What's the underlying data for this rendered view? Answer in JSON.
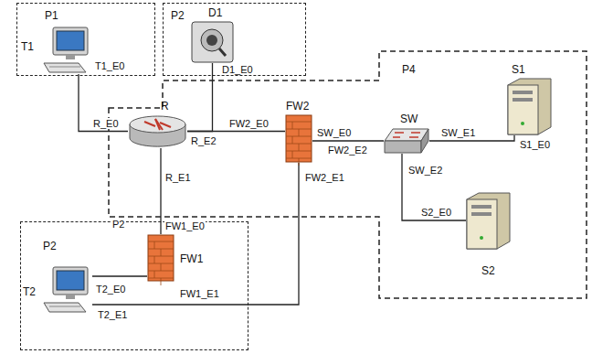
{
  "diagram": {
    "nodes": [
      {
        "text": [
          "P1"
        ]
      },
      {
        "text": [
          "T1"
        ],
        "in": 0
      },
      {
        "text": [
          "P2"
        ]
      },
      {
        "text": [
          "D1"
        ],
        "in": 2
      },
      {
        "text": [
          "P4"
        ]
      },
      {
        "text": [
          "R"
        ],
        "in": 4
      },
      {
        "text": [
          "FW2"
        ],
        "in": 4
      },
      {
        "text": [
          "SW"
        ],
        "in": 4
      },
      {
        "text": [
          "S1"
        ],
        "in": 4
      },
      {
        "text": [
          "S2"
        ],
        "in": 4
      },
      {
        "text": [
          "P2"
        ]
      },
      {
        "text": [
          "FW1"
        ],
        "in": 10
      },
      {
        "text": [
          "T2"
        ],
        "in": 10
      }
    ],
    "edges": [
      {
        "from": 1,
        "to": 5,
        "arrow": "none"
      },
      {
        "from": 3,
        "to": 5,
        "arrow": "none"
      },
      {
        "from": 5,
        "to": 6,
        "arrow": "none"
      },
      {
        "from": 6,
        "to": 7,
        "arrow": "none"
      },
      {
        "from": 7,
        "to": 8,
        "arrow": "none"
      },
      {
        "from": 7,
        "to": 9,
        "arrow": "none"
      },
      {
        "from": 5,
        "to": 11,
        "arrow": "none"
      },
      {
        "from": 11,
        "to": 12,
        "arrow": "none"
      },
      {
        "from": 6,
        "to": 12,
        "arrow": "none"
      }
    ],
    "labels": [
      "T1_E0",
      "D1_E0",
      "R_E0",
      "R_E2",
      "FW2_E0",
      "R_E1",
      "P2",
      "FW1_E0",
      "SW_E0",
      "FW2_E2",
      "FW2_E1",
      "SW_E1",
      "S1_E0",
      "SW_E2",
      "S2_E0",
      "T2_E0",
      "FW1_E1",
      "T2_E1"
    ]
  }
}
